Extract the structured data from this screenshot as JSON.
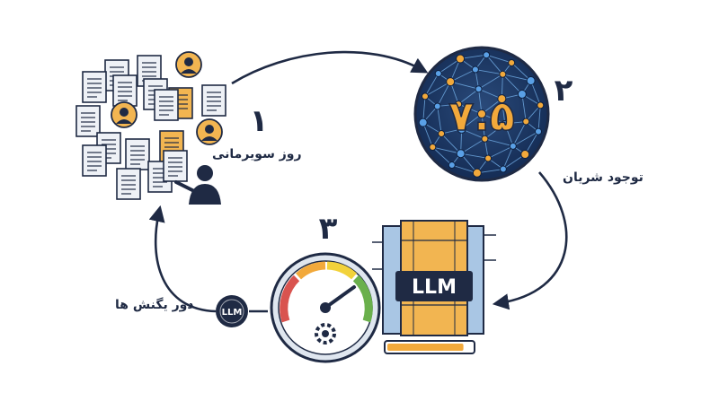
{
  "steps": [
    {
      "number": "۱",
      "label": "روز سویرمانی"
    },
    {
      "number": "۲",
      "value": "۷.۵",
      "label": "توجود شریان"
    },
    {
      "number": "۳",
      "chip": "LLM"
    }
  ],
  "cycle": {
    "badge": "LLM",
    "label": "دور یگنش ها"
  },
  "colors": {
    "navy": "#1f2a44",
    "accent": "#f2a93b",
    "node_blue": "#3b82c4",
    "bg": "#ffffff"
  },
  "progress": 0.9
}
